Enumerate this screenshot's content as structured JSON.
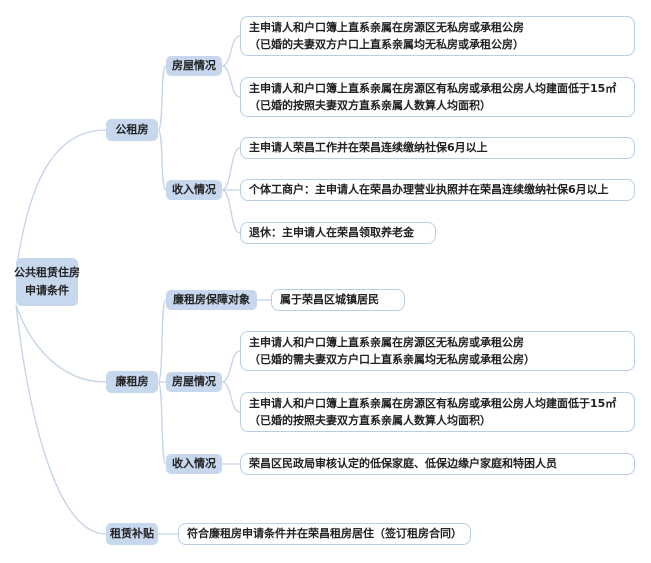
{
  "root": {
    "line1": "公共租赁住房",
    "line2": "申请条件"
  },
  "branches": {
    "gongzufang": {
      "label": "公租房",
      "housing": {
        "label": "房屋情况",
        "items": [
          {
            "line1": "主申请人和户口簿上直系亲属在房源区无私房或承租公房",
            "line2": "（已婚的夫妻双方户口上直系亲属均无私房或承租公房）"
          },
          {
            "line1": "主申请人和户口簿上直系亲属在房源区有私房或承租公房人均建面低于15㎡",
            "line2": "（已婚的按照夫妻双方直系亲属人数算人均面积）"
          }
        ]
      },
      "income": {
        "label": "收入情况",
        "items": [
          "主申请人荣昌工作并在荣昌连续缴纳社保6月以上",
          "个体工商户：主申请人在荣昌办理营业执照并在荣昌连续缴纳社保6月以上",
          "退休：主申请人在荣昌领取养老金"
        ]
      }
    },
    "lianzufang": {
      "label": "廉租房",
      "target": {
        "label": "廉租房保障对象",
        "item": "属于荣昌区城镇居民"
      },
      "housing": {
        "label": "房屋情况",
        "items": [
          {
            "line1": "主申请人和户口簿上直系亲属在房源区无私房或承租公房",
            "line2": "（已婚的需夫妻双方户口上直系亲属均无私房或承租公房）"
          },
          {
            "line1": "主申请人和户口簿上直系亲属在房源区有私房或承租公房人均建面低于15㎡",
            "line2": "（已婚的按照夫妻双方直系亲属人数算人均面积）"
          }
        ]
      },
      "income": {
        "label": "收入情况",
        "item": "荣昌区民政局审核认定的低保家庭、低保边缘户家庭和特困人员"
      }
    },
    "subsidy": {
      "label": "租赁补贴",
      "item": "符合廉租房申请条件并在荣昌租房居住（签订租房合同）"
    }
  },
  "colors": {
    "category_fill": "#c6d7ee",
    "leaf_border": "#b9cde6",
    "connector": "#c3d3e8",
    "text": "#222222"
  }
}
